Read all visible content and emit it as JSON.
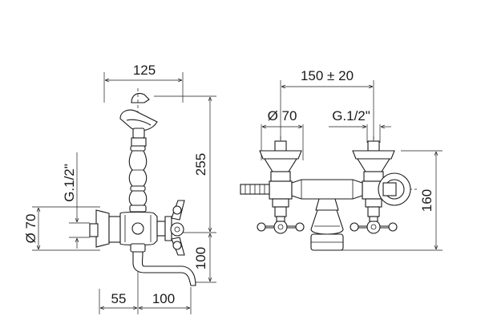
{
  "side_view": {
    "dim_width_top": "125",
    "dim_height_total": "255",
    "dim_height_lower": "100",
    "dim_thread": "G.1/2\"",
    "dim_diameter": "Ø 70",
    "dim_offset": "55",
    "dim_spout": "100"
  },
  "front_view": {
    "dim_centers": "150 ± 20",
    "dim_diameter": "Ø 70",
    "dim_thread": "G.1/2\"",
    "dim_height": "160"
  }
}
